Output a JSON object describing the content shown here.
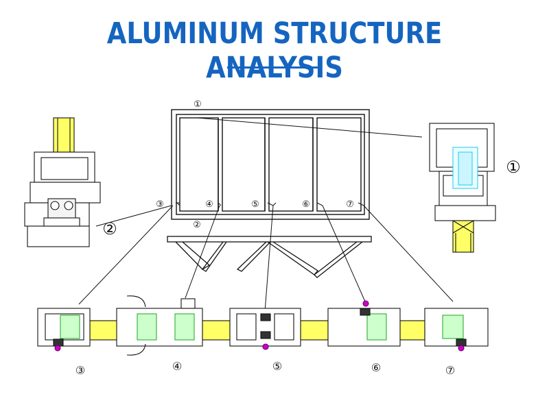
{
  "header": {
    "title": "ALUMINUM STRUCTURE ANALYSIS"
  },
  "colors": {
    "title": "#1565c0",
    "glass": "#ffff66",
    "gasket": "#66ff66",
    "hinge": "#cc00cc",
    "seal": "#66ffff"
  },
  "callouts": {
    "c1": "①",
    "c2": "②",
    "c3": "③",
    "c4": "④",
    "c5": "⑤",
    "c6": "⑥",
    "c7": "⑦"
  },
  "details": {
    "d1": "①",
    "d2": "②",
    "d3": "③",
    "d4": "④",
    "d5": "⑤",
    "d6": "⑥",
    "d7": "⑦"
  }
}
